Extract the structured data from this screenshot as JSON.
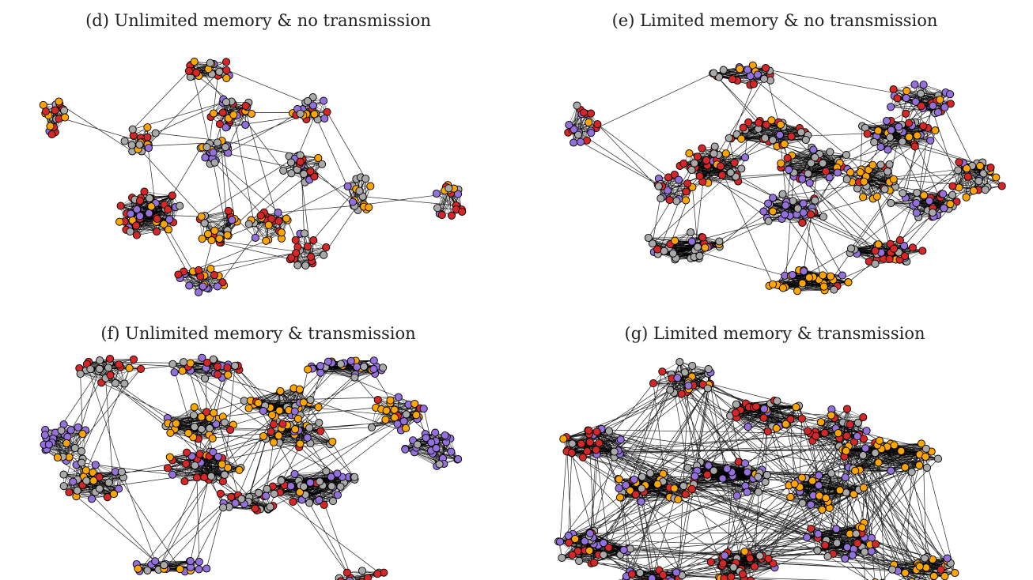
{
  "colors": {
    "red": "#d62728",
    "orange": "#ffa500",
    "purple": "#9370db",
    "gray": "#a9a9a9",
    "edge": "#000000",
    "node_stroke": "#000000"
  },
  "panels": [
    {
      "id": "d",
      "title": "(d) Unlimited memory & no transmission"
    },
    {
      "id": "e",
      "title": "(e) Limited memory & no transmission"
    },
    {
      "id": "f",
      "title": "(f) Unlimited memory & transmission"
    },
    {
      "id": "g",
      "title": "(g) Limited memory & transmission"
    }
  ]
}
